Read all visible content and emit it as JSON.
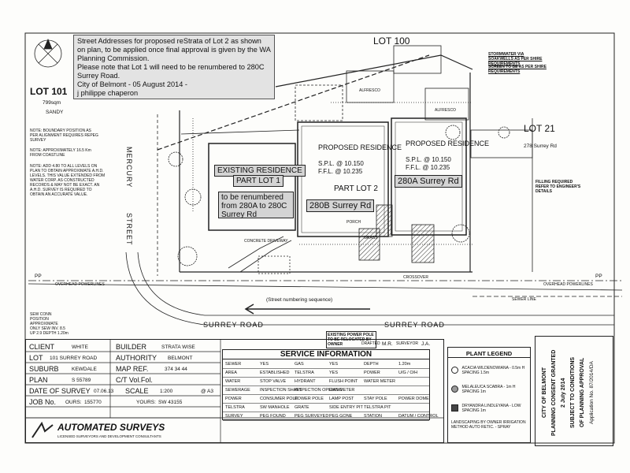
{
  "note": {
    "line1": "Street Addresses for proposed reStrata of Lot 2 as shown on plan, to be applied once final approval is given by the WA Planning Commission.",
    "line2": "Please note that Lot 1 will need to be renumbered to 280C Surrey Road.",
    "line3": "City of Belmont - 05 August 2014 -",
    "line4": "j philippe chaperon"
  },
  "lots": {
    "lot101": "LOT 101",
    "lot101_area": "799sqm",
    "lot101_soil": "SANDY",
    "lot100": "LOT 100",
    "lot21": "LOT 21",
    "lot21_addr": "278 Surrey Rd"
  },
  "streets": {
    "mercury_1": "MERCURY",
    "mercury_2": "STREET",
    "surrey_left": "SURREY    ROAD",
    "surrey_right": "SURREY    ROAD",
    "numbering": "(Street numbering sequence)"
  },
  "labels": {
    "existing_residence": "EXISTING RESIDENCE",
    "part_lot1": "PART LOT 1",
    "renumber": "to be renumbered from 280A to 280C Surrey Rd",
    "proposed1_title": "PROPOSED RESIDENCE",
    "proposed1_spl": "S.P.L. @ 10.150",
    "proposed1_ffl": "F.F.L. @ 10.235",
    "part_lot2": "PART LOT 2",
    "proposed2_title": "PROPOSED RESIDENCE",
    "proposed2_spl": "S.P.L. @ 10.150",
    "proposed2_ffl": "F.F.L. @ 10.235",
    "addr_280a": "280A Surrey Rd",
    "addr_280b": "280B Surrey Rd",
    "alfresco": "ALFRESCO",
    "porch": "PORCH",
    "grass": "GRASS",
    "concrete_driveway": "CONCRETE DRIVEWAY",
    "overhead": "OVERHEAD POWERLINES",
    "sewer": "SEWER LINE",
    "crossover": "CROSSOVER",
    "pp": "PP"
  },
  "side_notes": {
    "boundary": "NOTE: BOUNDARY POSITION AS PER ALIGNMENT REQUIRES REPEG SURVEY",
    "coast": "NOTE: APPROXIMATELY 16.5 Km FROM COASTLINE",
    "ahd": "NOTE: ADD 4.80 TO ALL LEVELS ON PLAN TO OBTAIN APPROXIMATE A.H.D. LEVELS. THIS VALUE EXTENDED FROM WATER CORP. AS CONSTRUCTED RECORDS & MAY NOT BE EXACT. AN A.H.D. SURVEY IS REQUIRED TO OBTAIN AN ACCURATE VALUE.",
    "sew": "SEW CONN POSITION APPROXIMATE ONLY SEW INV. 8.5 UP 2.9 DEPTH 1.20m",
    "stormwater": "STORMWATER VIA SOAKWELLS AS PER SHIRE REQUIREMENTS",
    "fence_shire": "SCREEN TO BE AS PER SHIRE REQUIREMENTS",
    "filling": "FILLING REQUIRED REFER TO ENGINEER'S DETAILS",
    "easement": "EXISTING POWER POLE TO BE RELOCATED BY OWNER"
  },
  "title_block": {
    "client_lbl": "CLIENT",
    "client": "WHITE",
    "builder_lbl": "BUILDER",
    "builder": "STRATA WISE",
    "lot_lbl": "LOT",
    "lot": "101 SURREY ROAD",
    "authority_lbl": "AUTHORITY",
    "authority": "BELMONT",
    "suburb_lbl": "SUBURB",
    "suburb": "KEWDALE",
    "mapref_lbl": "MAP REF.",
    "mapref": "374 34 44",
    "plan_lbl": "PLAN",
    "plan": "S 55789",
    "vol_lbl": "C/T Vol.Fol.",
    "date_lbl": "DATE OF SURVEY",
    "date": "07.06.13",
    "scale_lbl": "SCALE",
    "scale": "1:200",
    "paper": "@ A3",
    "job_lbl": "JOB No.",
    "job_ours_lbl": "OURS:",
    "job_ours": "155770",
    "job_yours_lbl": "YOURS:",
    "job_yours": "SW 43155",
    "company": "AUTOMATED SURVEYS",
    "company_sub": "LICENSED SURVEYORS AND DEVELOPMENT CONSULTANTS",
    "drafted_lbl": "DRAFTED",
    "drafted": "M.R.",
    "surveyor_lbl": "SURVEYOR",
    "surveyor": "J.A."
  },
  "services": {
    "title": "SERVICE INFORMATION",
    "rows": [
      [
        "SEWER",
        "YES",
        "GAS",
        "YES",
        "DEPTH",
        "1.20m"
      ],
      [
        "AREA",
        "ESTABLISHED",
        "TELSTRA",
        "YES",
        "POWER",
        "U/G / O/H"
      ],
      [
        "WATER",
        "STOP VALVE",
        "HYDRANT",
        "FLUSH POINT",
        "WATER METER",
        ""
      ],
      [
        "SEWERAGE",
        "INSPECTION SHAFT",
        "INSPECTION OPENING",
        "GAS METER",
        "",
        ""
      ],
      [
        "POWER",
        "CONSUMER POLE",
        "POWER POLE",
        "LAMP POST",
        "STAY POLE",
        "POWER DOME"
      ],
      [
        "TELSTRA",
        "SW MANHOLE",
        "GRATE",
        "SIDE ENTRY PIT",
        "TELSTRA PIT",
        ""
      ],
      [
        "SURVEY",
        "PEG FOUND",
        "PEG SURVEYED",
        "PEG GONE",
        "STATION",
        "DATUM / CONTROL"
      ]
    ]
  },
  "plant_legend": {
    "title": "PLANT LEGEND",
    "items": [
      "ACACIA WILDENOWIANA - 0.5m H SPACING 1.5m",
      "MELALEUCA SCABRA - 1m H SPACING 1m",
      "DRYANDRA LINDLEYANA - LOW SPACING 1m",
      "LANDSCAPING BY OWNER IRRIGATION METHOD AUTO RETIC. - SPRAY"
    ]
  },
  "approval": {
    "line1": "CITY OF BELMONT",
    "line2": "PLANNING CONSENT GRANTED",
    "line3": "2 July 2014",
    "line4": "SUBJECT TO CONDITIONS",
    "line5": "OF PLANNING APPROVAL",
    "line6": "Application No. 87/2014/DA"
  }
}
